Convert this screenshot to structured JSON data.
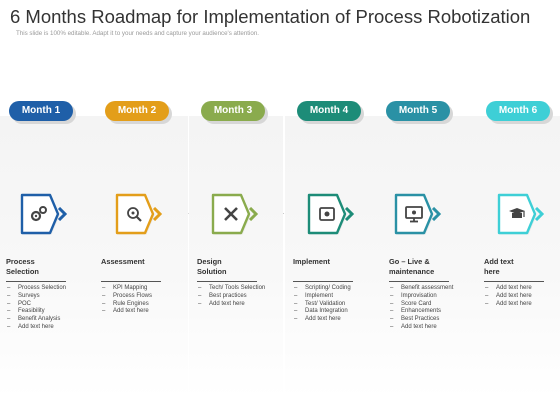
{
  "title": "6 Months Roadmap for Implementation of Process Robotization",
  "subtitle": "This slide is 100% editable. Adapt it to your needs and capture your audience's attention.",
  "months": [
    {
      "label": "Month 1",
      "color": "#1f5fa8",
      "heading1": "Process",
      "heading2": "Selection",
      "icon": "gears-icon",
      "items": [
        "Process Selection",
        "Surveys",
        "POC",
        "Feasibility",
        "Benefit Analysis",
        "Add text here"
      ]
    },
    {
      "label": "Month 2",
      "color": "#e39e1a",
      "heading1": "Assessment",
      "heading2": "",
      "icon": "magnifier-gear-icon",
      "items": [
        "KPI Mapping",
        "Process Flows",
        "Rule Engines",
        "Add text here"
      ]
    },
    {
      "label": "Month 3",
      "color": "#8aab4d",
      "heading1": "Design",
      "heading2": "Solution",
      "icon": "tools-icon",
      "items": [
        "Tech/ Tools Selection",
        "Best practices",
        "Add text here"
      ]
    },
    {
      "label": "Month 4",
      "color": "#1d8c78",
      "heading1": "Implement",
      "heading2": "",
      "icon": "gear-cycle-icon",
      "items": [
        "Scripting/ Coding",
        "Implement",
        "Test/ Validation",
        "Data Integration",
        "Add text here"
      ]
    },
    {
      "label": "Month 5",
      "color": "#2a91a5",
      "heading1": "Go – Live &",
      "heading2": "maintenance",
      "icon": "monitor-gear-icon",
      "items": [
        "Benefit assessment",
        "Improvisation",
        "Score Card",
        "Enhancements",
        "Best Practices",
        "Add text here"
      ]
    },
    {
      "label": "Month 6",
      "color": "#3ecfd6",
      "heading1": "Add text",
      "heading2": "here",
      "icon": "graduation-cap-icon",
      "items": [
        "Add text here",
        "Add text here",
        "Add text here"
      ]
    }
  ]
}
